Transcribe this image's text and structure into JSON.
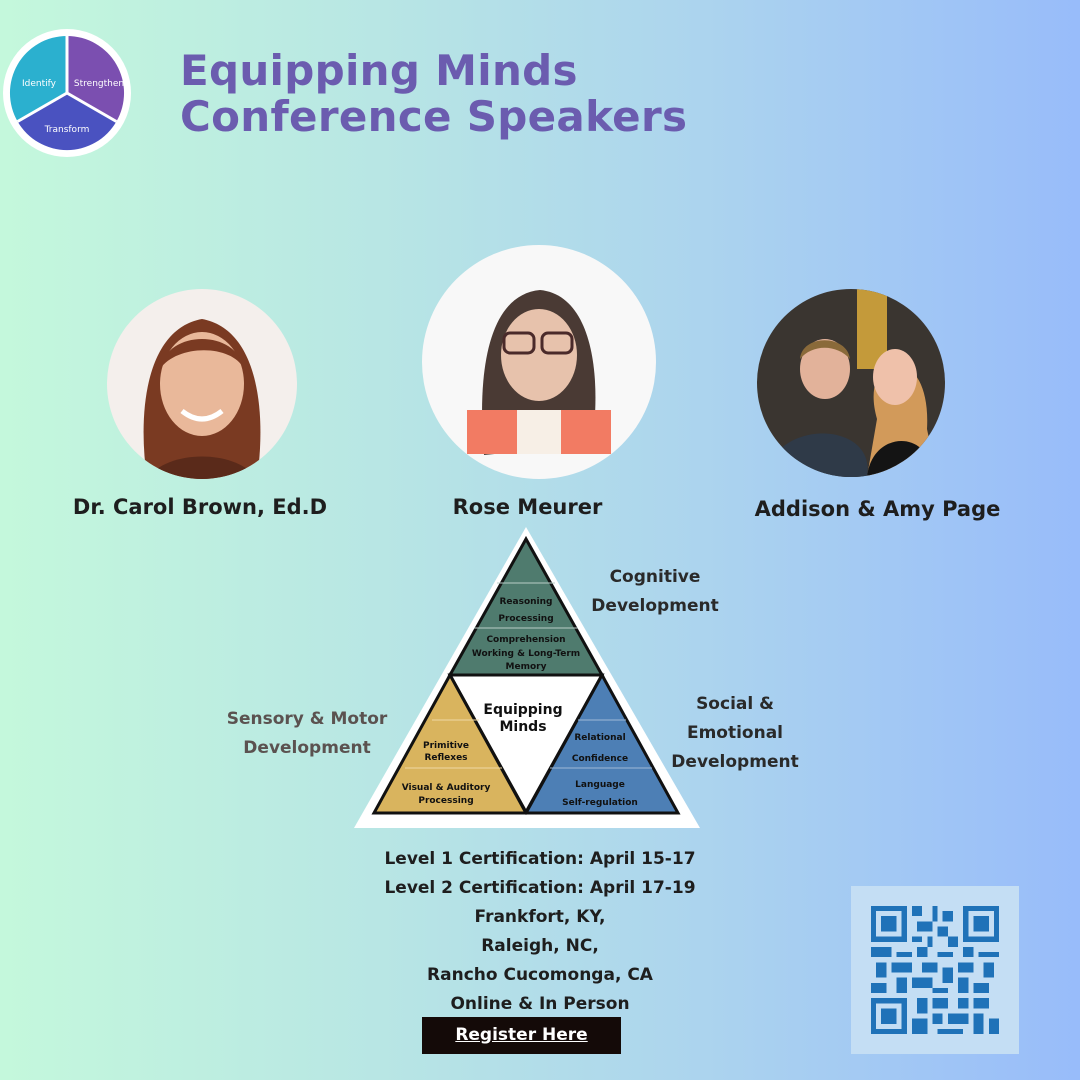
{
  "logo": {
    "segments": [
      "Identify",
      "Strengthen",
      "Transform"
    ],
    "colors": {
      "identify": "#2bb0cf",
      "strengthen": "#7b4fb0",
      "transform": "#4a52c0"
    }
  },
  "header": {
    "title_line1": "Equipping Minds",
    "title_line2": "Conference Speakers",
    "title_color": "#6b5caf"
  },
  "speakers": [
    {
      "name": "Dr. Carol Brown, Ed.D",
      "photo": "speaker-photo-carol-brown"
    },
    {
      "name": "Rose Meurer",
      "photo": "speaker-photo-rose-meurer"
    },
    {
      "name": "Addison & Amy Page",
      "photo": "speaker-photo-addison-amy-page"
    }
  ],
  "pyramid": {
    "center": [
      "Equipping",
      "Minds"
    ],
    "top": {
      "color": "#4f7b6e",
      "items": [
        "Reasoning",
        "Processing",
        "Comprehension",
        "Working & Long-Term",
        "Memory"
      ]
    },
    "left": {
      "color": "#d9b45e",
      "items": [
        "Primitive",
        "Reflexes",
        "Visual & Auditory",
        "Processing"
      ]
    },
    "right": {
      "color": "#4d7fb5",
      "items": [
        "Relational",
        "Confidence",
        "Language",
        "Self-regulation"
      ]
    }
  },
  "labels": {
    "cognitive": [
      "Cognitive",
      "Development"
    ],
    "sensory": [
      "Sensory & Motor",
      "Development"
    ],
    "social": [
      "Social &",
      "Emotional",
      "Development"
    ]
  },
  "event": {
    "lines": [
      "Level 1 Certification: April 15-17",
      "Level 2 Certification: April 17-19",
      "Frankfort, KY,",
      "Raleigh, NC,",
      "Rancho Cucomonga, CA",
      "Online & In Person"
    ],
    "register_label": "Register Here"
  },
  "qr": {
    "color": "#1f72b8",
    "background": "#c4def4"
  }
}
